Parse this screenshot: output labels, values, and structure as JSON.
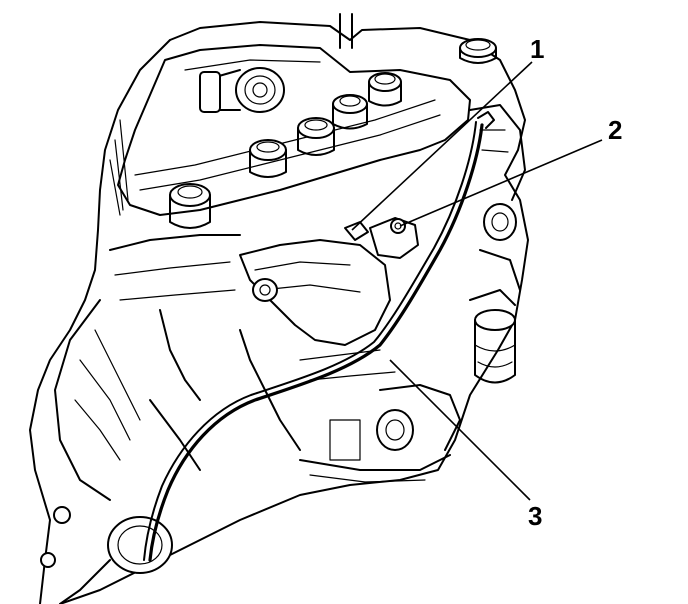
{
  "callouts": [
    {
      "label": "1",
      "icon": "callout-leader"
    },
    {
      "label": "2",
      "icon": "callout-leader"
    },
    {
      "label": "3",
      "icon": "callout-leader"
    }
  ],
  "colors": {
    "ink": "#000000",
    "paper": "#ffffff"
  }
}
